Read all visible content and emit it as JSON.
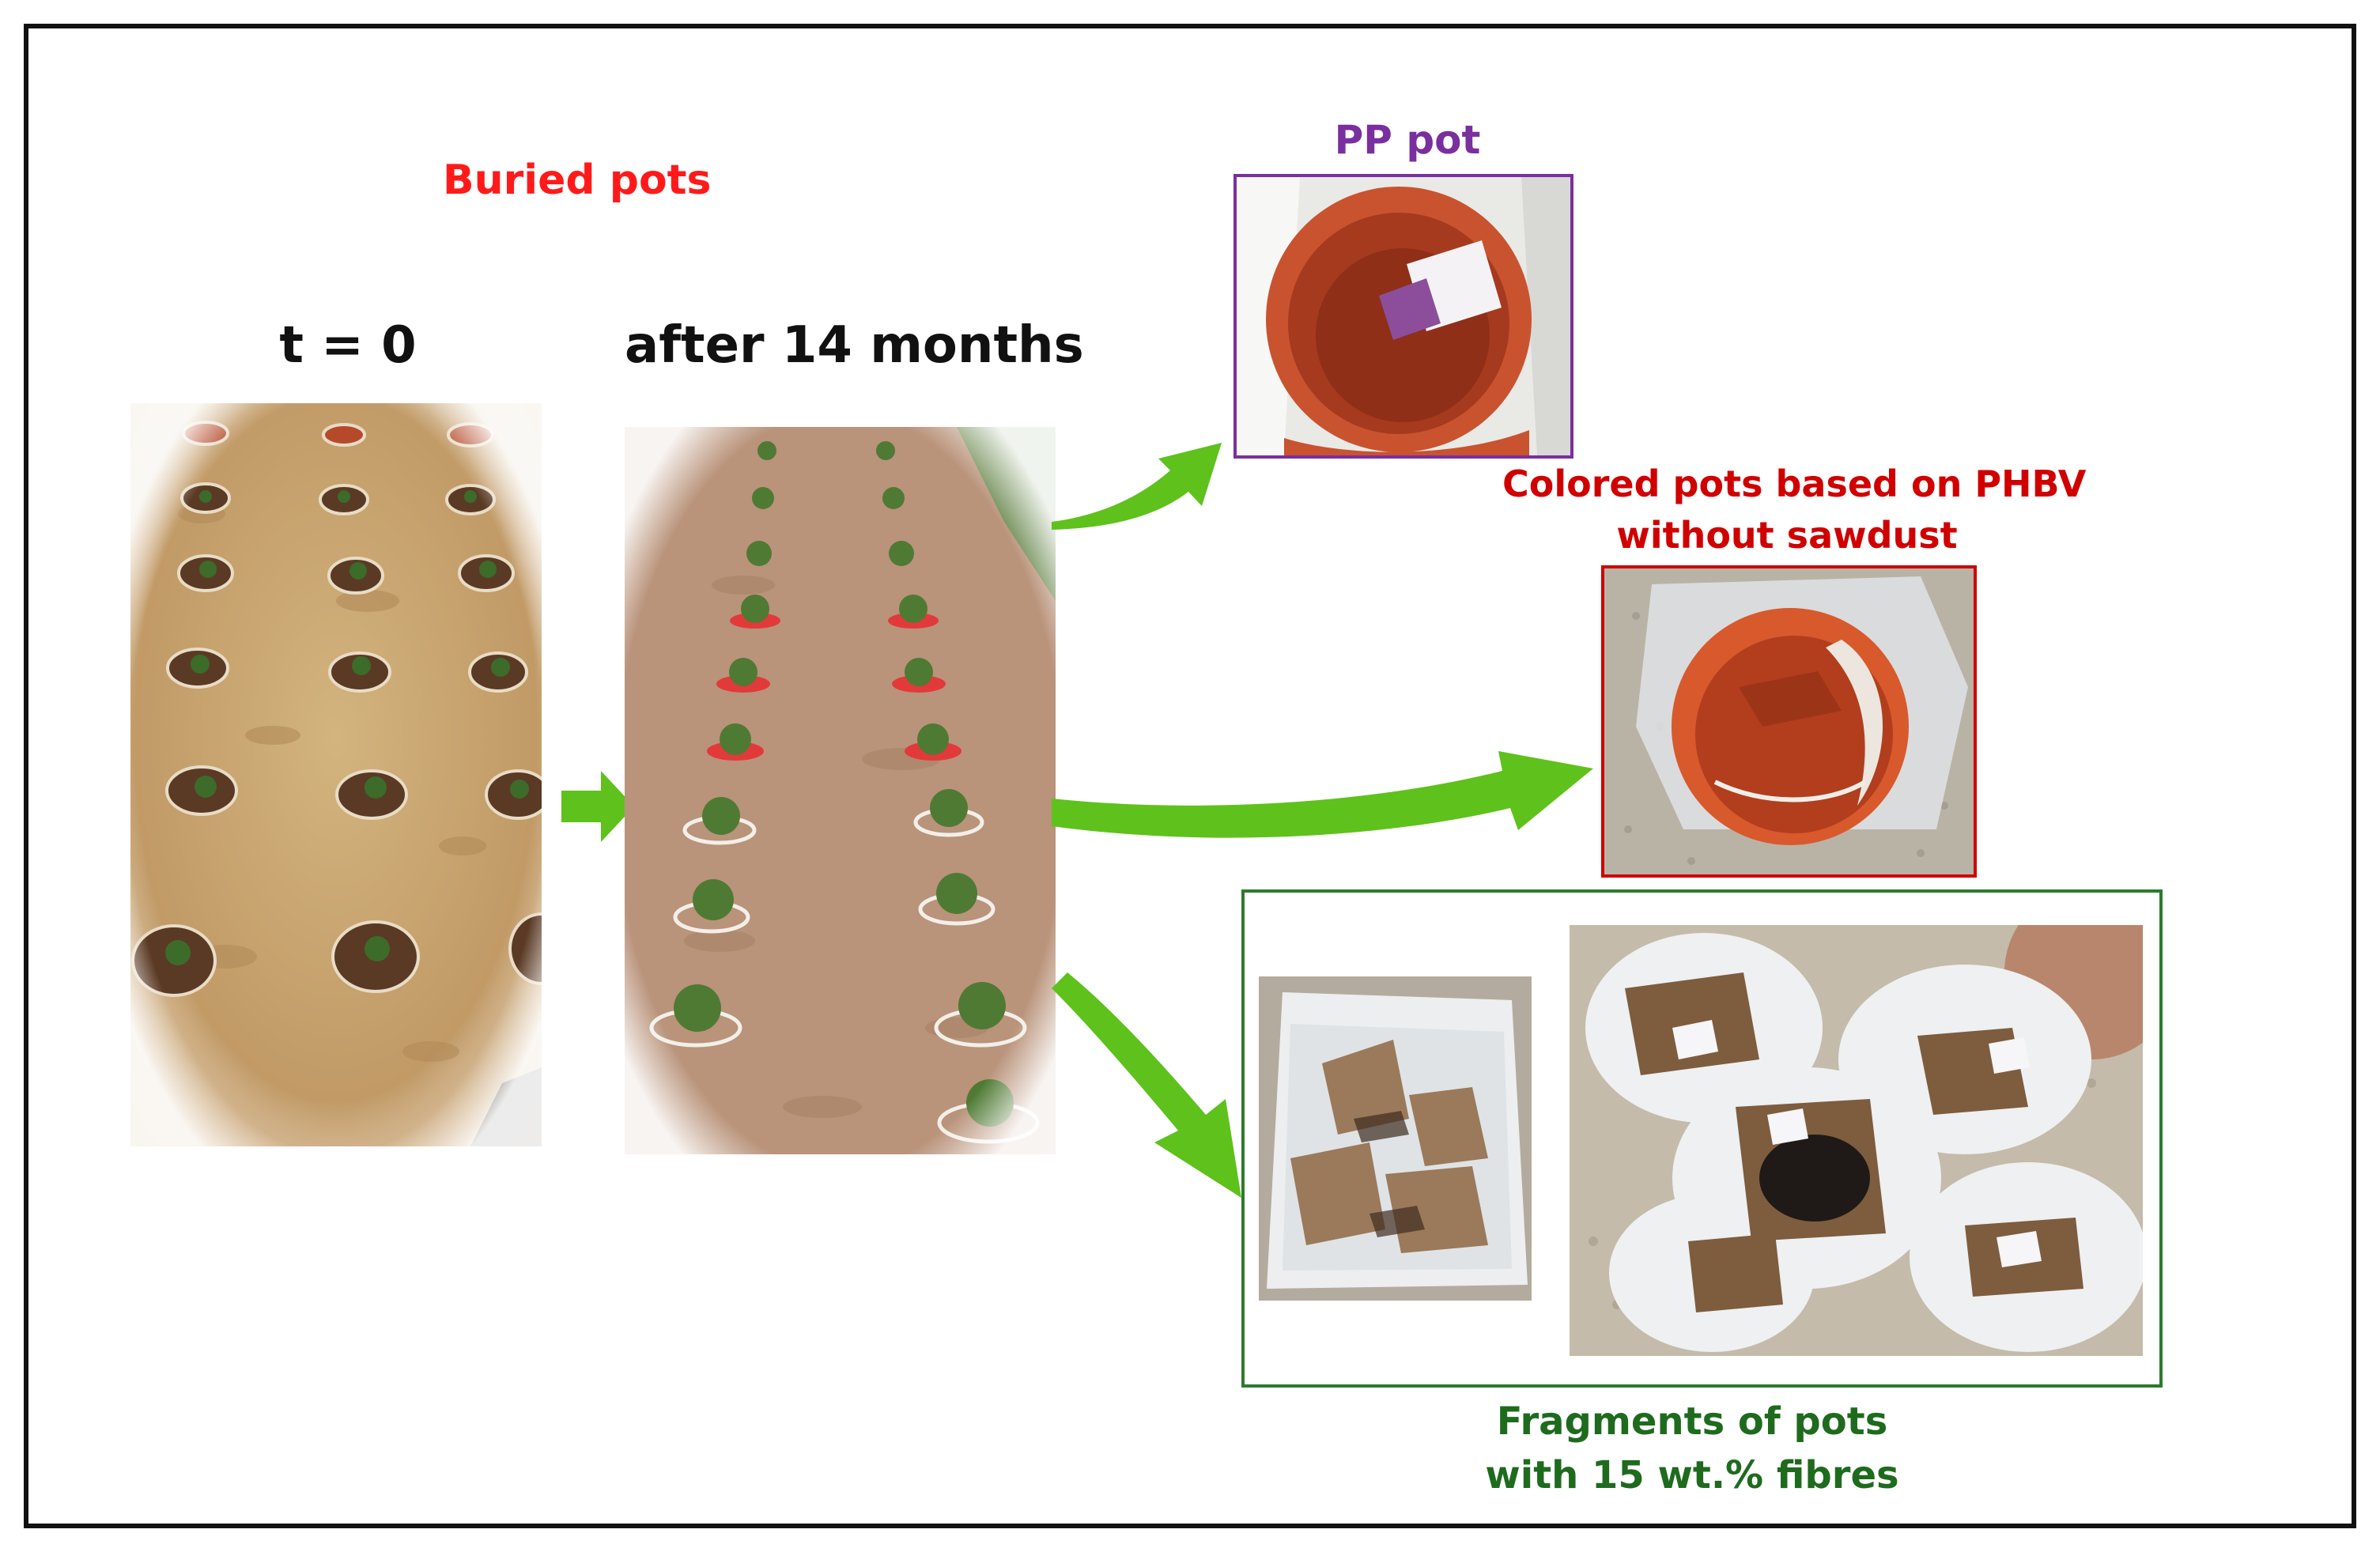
{
  "title": "Buried pots",
  "stage_initial": "t = 0",
  "stage_after": "after 14 months",
  "pp_pot": {
    "label": "PP pot"
  },
  "phbv_pot": {
    "label_line1": "Colored pots based on PHBV",
    "label_line2": "without sawdust"
  },
  "fibre_pot": {
    "label_line1": "Fragments of pots",
    "label_line2": "with 15 wt.% fibres"
  },
  "colors": {
    "title": "#ff1a1a",
    "pp": "#7a2f9e",
    "phbv": "#d00000",
    "fibre": "#2d7a2d",
    "fibre_text": "#1e6b1e",
    "arrow": "#5fc11c"
  }
}
